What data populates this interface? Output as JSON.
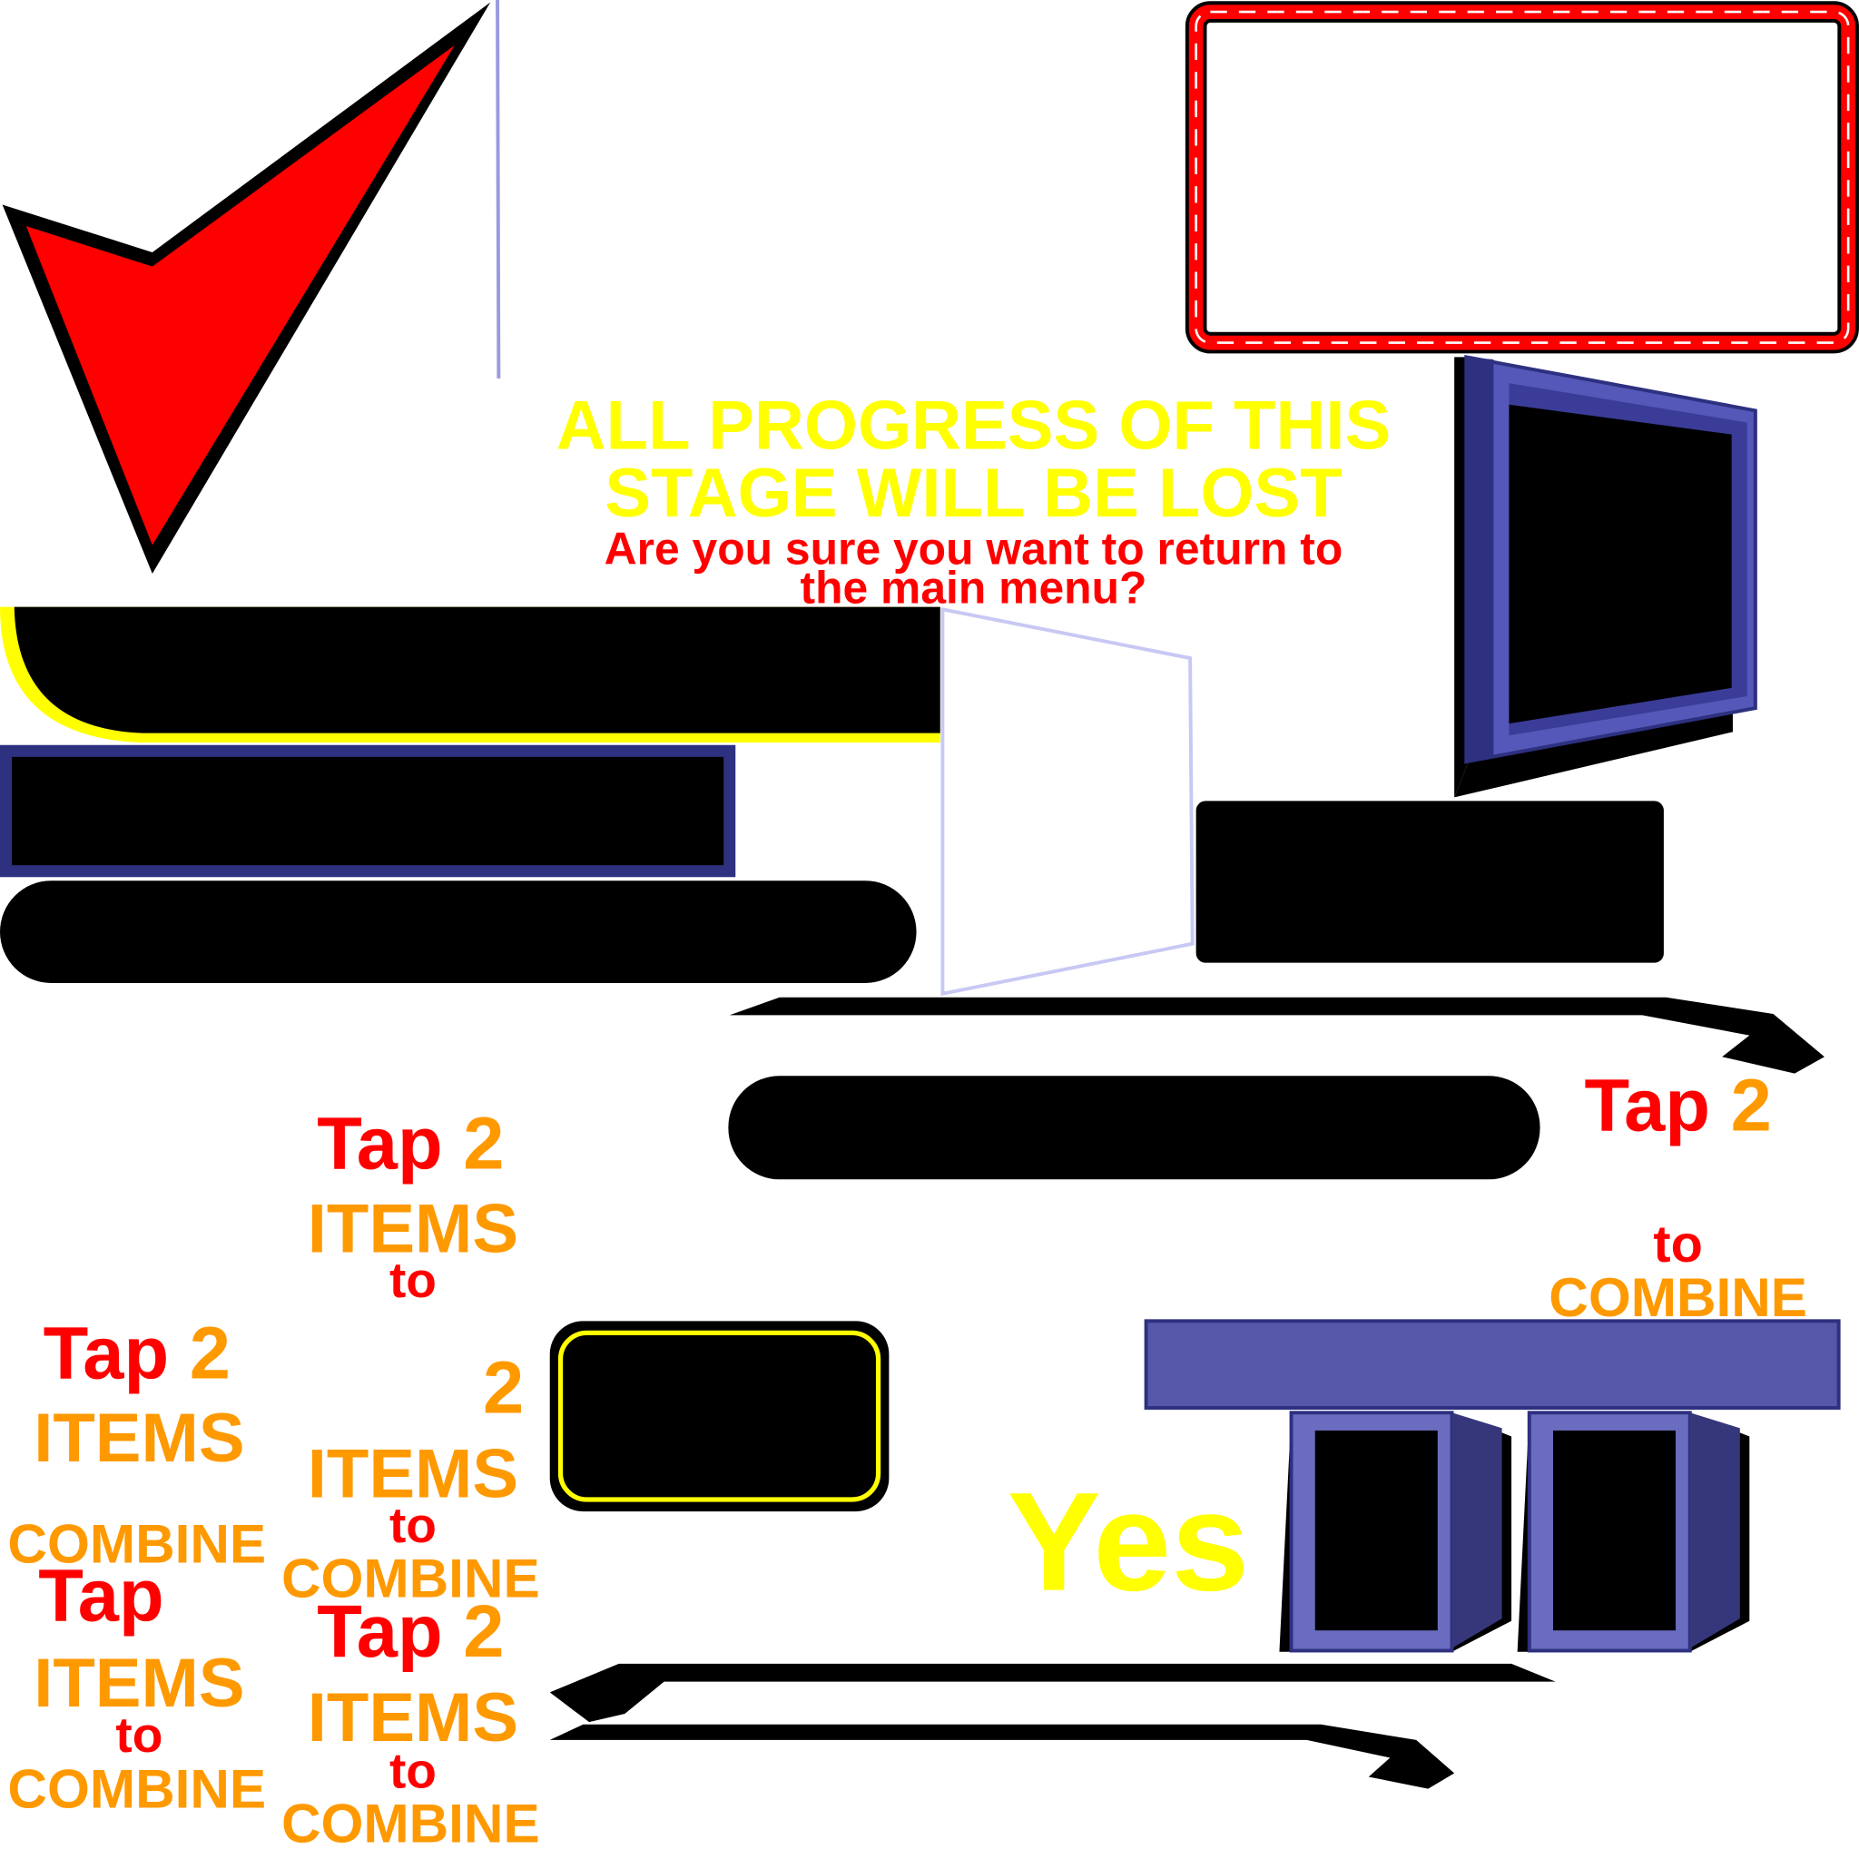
{
  "dialog": {
    "warning_line1": "ALL PROGRESS OF THIS",
    "warning_line2": "STAGE WILL BE LOST",
    "question_line1": "Are you sure you want to return to",
    "question_line2": "the main menu?",
    "yes_label": "Yes"
  },
  "hints": {
    "tap": "Tap",
    "two": "2",
    "items": "ITEMS",
    "to": "to",
    "combine": "COMBINE"
  },
  "colors": {
    "warning": "#ffff00",
    "question": "#ff0000",
    "accent_orange": "#ff9900",
    "panel_blue": "#5558a8"
  },
  "icons": [
    "checkmark-icon",
    "rope-frame",
    "monitor-icon",
    "speaker-icon",
    "arrow-banner"
  ]
}
